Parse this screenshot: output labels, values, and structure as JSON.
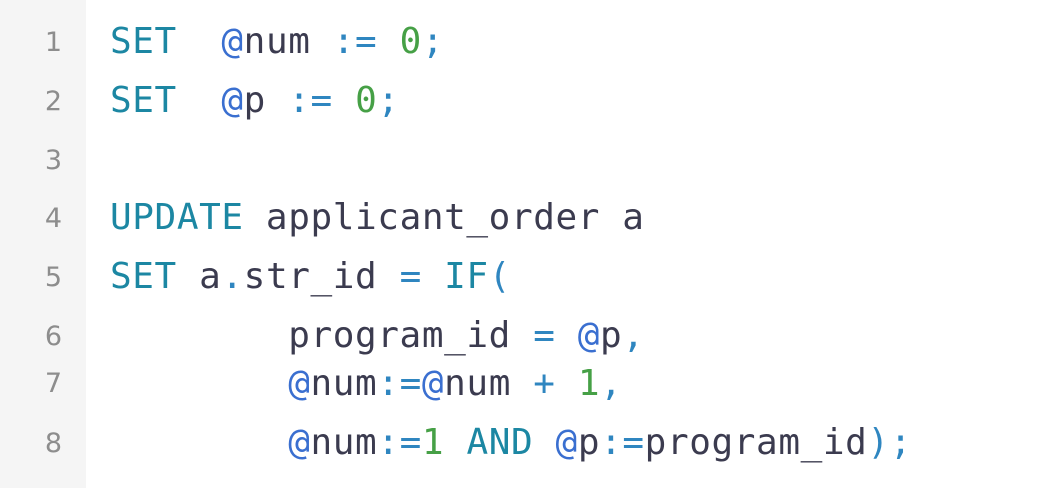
{
  "editor": {
    "line_numbers": [
      "1",
      "2",
      "3",
      "4",
      "5",
      "6",
      "7",
      "8"
    ],
    "lines": [
      [
        {
          "t": "SET",
          "c": "kw"
        },
        {
          "t": "  ",
          "c": "plain"
        },
        {
          "t": "@",
          "c": "at"
        },
        {
          "t": "num",
          "c": "var"
        },
        {
          "t": " := ",
          "c": "op"
        },
        {
          "t": "0",
          "c": "num"
        },
        {
          "t": ";",
          "c": "op"
        }
      ],
      [
        {
          "t": "SET",
          "c": "kw"
        },
        {
          "t": "  ",
          "c": "plain"
        },
        {
          "t": "@",
          "c": "at"
        },
        {
          "t": "p",
          "c": "var"
        },
        {
          "t": " := ",
          "c": "op"
        },
        {
          "t": "0",
          "c": "num"
        },
        {
          "t": ";",
          "c": "op"
        }
      ],
      [],
      [
        {
          "t": "UPDATE",
          "c": "kw"
        },
        {
          "t": " applicant_order a",
          "c": "plain"
        }
      ],
      [
        {
          "t": "SET",
          "c": "kw"
        },
        {
          "t": " a",
          "c": "plain"
        },
        {
          "t": ".",
          "c": "op"
        },
        {
          "t": "str_id ",
          "c": "plain"
        },
        {
          "t": "=",
          "c": "op"
        },
        {
          "t": " ",
          "c": "plain"
        },
        {
          "t": "IF",
          "c": "kw"
        },
        {
          "t": "(",
          "c": "op"
        }
      ],
      [
        {
          "t": "        program_id ",
          "c": "plain"
        },
        {
          "t": "=",
          "c": "op"
        },
        {
          "t": " ",
          "c": "plain"
        },
        {
          "t": "@",
          "c": "at"
        },
        {
          "t": "p",
          "c": "var"
        },
        {
          "t": ",",
          "c": "op"
        }
      ],
      [
        {
          "t": "        ",
          "c": "plain"
        },
        {
          "t": "@",
          "c": "at"
        },
        {
          "t": "num",
          "c": "var"
        },
        {
          "t": ":=",
          "c": "op"
        },
        {
          "t": "@",
          "c": "at"
        },
        {
          "t": "num",
          "c": "var"
        },
        {
          "t": " + ",
          "c": "op"
        },
        {
          "t": "1",
          "c": "num"
        },
        {
          "t": ",",
          "c": "op"
        }
      ],
      [
        {
          "t": "        ",
          "c": "plain"
        },
        {
          "t": "@",
          "c": "at"
        },
        {
          "t": "num",
          "c": "var"
        },
        {
          "t": ":=",
          "c": "op"
        },
        {
          "t": "1",
          "c": "num"
        },
        {
          "t": " ",
          "c": "plain"
        },
        {
          "t": "AND",
          "c": "kw"
        },
        {
          "t": " ",
          "c": "plain"
        },
        {
          "t": "@",
          "c": "at"
        },
        {
          "t": "p",
          "c": "var"
        },
        {
          "t": ":=",
          "c": "op"
        },
        {
          "t": "program_id",
          "c": "plain"
        },
        {
          "t": ");",
          "c": "op"
        }
      ]
    ]
  },
  "colors": {
    "keyword": "#1c87a3",
    "variable_sigil": "#3a6fd0",
    "operator": "#2f86c0",
    "number": "#46a046",
    "text": "#3b3b4f",
    "gutter_bg": "#f5f5f5",
    "line_number": "#8d8d8d"
  }
}
